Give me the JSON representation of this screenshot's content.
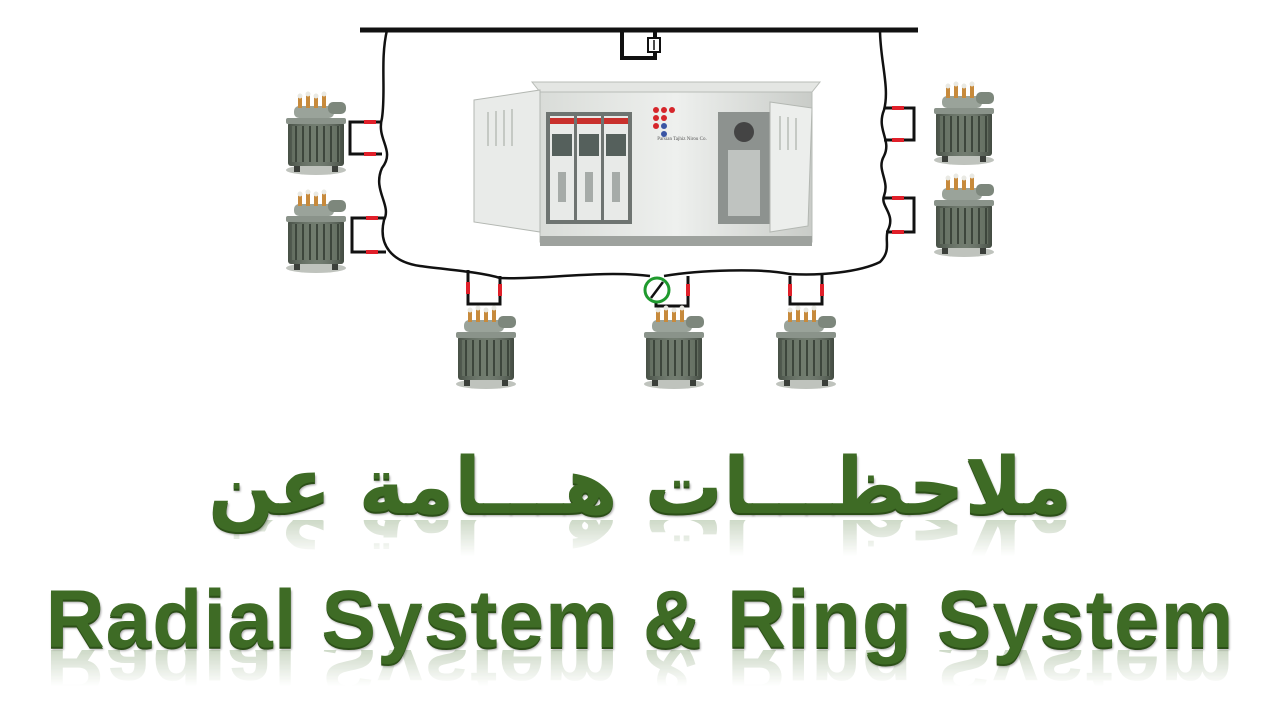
{
  "title_arabic": "ملاحظـــات هـــامة عن",
  "title_english": "Radial System & Ring System",
  "substation_logo_text": "Parsian Tajhiz Nirou Co.",
  "colors": {
    "title_green": "#3e6b25",
    "cable": "#111111",
    "terminal": "#e0202a",
    "switch_ring": "#1f9a2e",
    "transformer_body": "#5f6b5d"
  },
  "diagram": {
    "busbar_fuse_icon": "fuse-icon",
    "open_point_icon": "open-switch-icon",
    "transformer_icon": "transformer-icon",
    "substation_image": "kiosk-substation-icon",
    "transformer_count": 7
  }
}
